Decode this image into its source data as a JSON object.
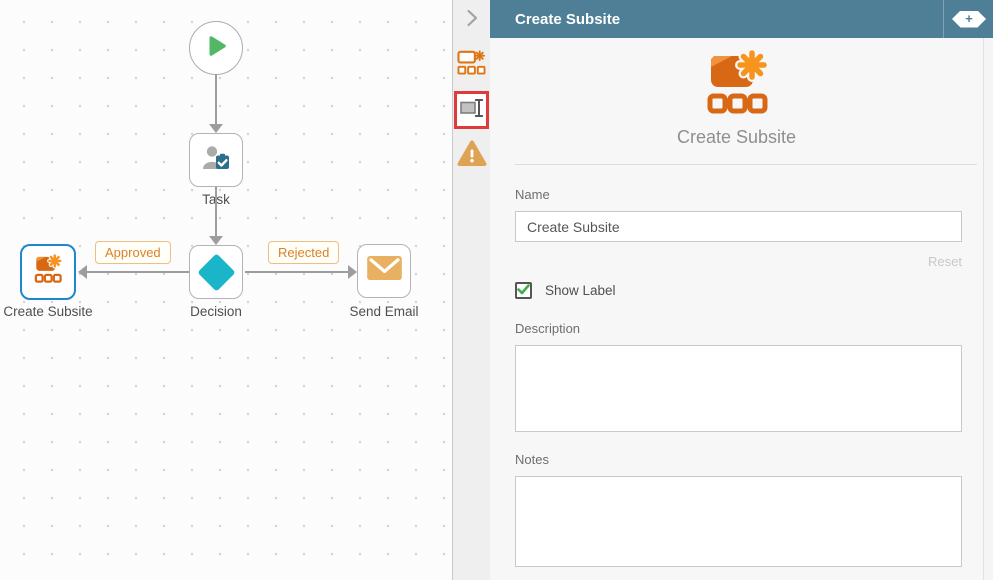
{
  "canvas": {
    "nodes": {
      "task": {
        "label": "Task"
      },
      "decision": {
        "label": "Decision"
      },
      "create_subsite": {
        "label": "Create Subsite",
        "selected": true
      },
      "send_email": {
        "label": "Send Email"
      }
    },
    "branches": {
      "approved": "Approved",
      "rejected": "Rejected"
    }
  },
  "panel": {
    "header": {
      "title": "Create Subsite",
      "toggle_glyph": "+"
    },
    "hero_title": "Create Subsite",
    "form": {
      "name_label": "Name",
      "name_value": "Create Subsite",
      "reset_label": "Reset",
      "show_label_label": "Show Label",
      "show_label_checked": true,
      "description_label": "Description",
      "description_value": "",
      "notes_label": "Notes",
      "notes_value": ""
    }
  },
  "colors": {
    "header_teal": "#4e7f97",
    "orange_dark": "#d96814",
    "orange_light": "#f7941d",
    "selection_blue": "#1f87d2",
    "selected_tool_red": "#e03a3a",
    "diamond_teal": "#1ab5c9",
    "play_green": "#53b866",
    "warning_amber": "#dfa356",
    "envelope_gold": "#e8b161",
    "branch_label_orange": "#d9822b"
  }
}
